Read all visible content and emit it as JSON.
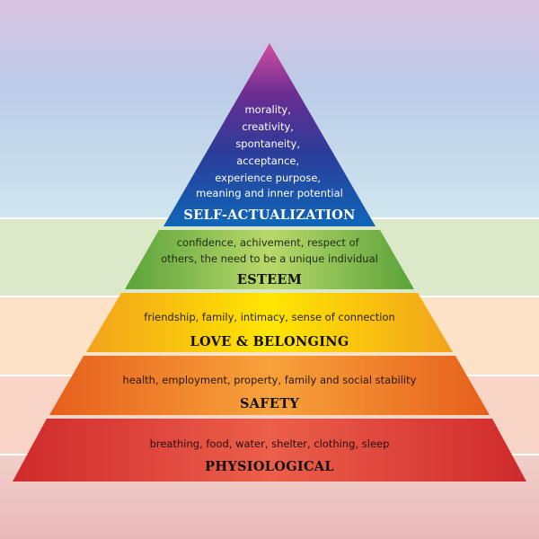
{
  "levels": [
    {
      "title": "SELF-ACTUALIZATION",
      "description": [
        "morality,",
        "creativity,",
        "spontaneity,",
        "acceptance,",
        "experience purpose,",
        "meaning and inner potential"
      ]
    },
    {
      "title": "ESTEEM",
      "description": [
        "confidence, achivement, respect of",
        "others, the need to be a unique individual"
      ]
    },
    {
      "title": "LOVE & BELONGING",
      "description": [
        "friendship, family, intimacy, sense of connection"
      ]
    },
    {
      "title": "SAFETY",
      "description": [
        "health, employment, property, family and social stability"
      ]
    },
    {
      "title": "PHYSIOLOGICAL",
      "description": [
        "breathing, food, water, shelter, clothing, sleep"
      ]
    }
  ]
}
